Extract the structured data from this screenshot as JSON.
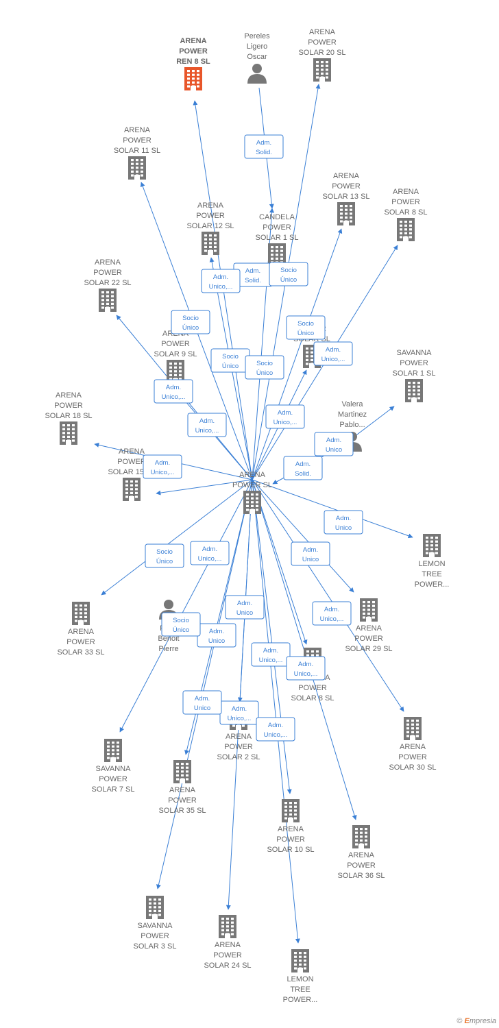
{
  "footer": {
    "copyright": "©",
    "brand_first": "E",
    "brand_rest": "mpresia"
  },
  "colors": {
    "edge": "#3a7fd5",
    "company": "#777777",
    "highlight": "#e8562a",
    "person": "#777777"
  },
  "nodes": [
    {
      "id": "center",
      "type": "company",
      "label": [
        "ARENA",
        "POWER  SL"
      ]
    },
    {
      "id": "ren8",
      "type": "company",
      "highlight": true,
      "label": [
        "ARENA",
        "POWER",
        "REN 8  SL"
      ]
    },
    {
      "id": "pereles",
      "type": "person",
      "label": [
        "Pereles",
        "Ligero",
        "Oscar"
      ]
    },
    {
      "id": "s20",
      "type": "company",
      "label": [
        "ARENA",
        "POWER",
        "SOLAR 20  SL"
      ]
    },
    {
      "id": "s11",
      "type": "company",
      "label": [
        "ARENA",
        "POWER",
        "SOLAR 11  SL"
      ]
    },
    {
      "id": "s13",
      "type": "company",
      "label": [
        "ARENA",
        "POWER",
        "SOLAR 13  SL"
      ]
    },
    {
      "id": "s8",
      "type": "company",
      "label": [
        "ARENA",
        "POWER",
        "SOLAR 8  SL"
      ]
    },
    {
      "id": "s12",
      "type": "company",
      "label": [
        "ARENA",
        "POWER",
        "SOLAR 12  SL"
      ]
    },
    {
      "id": "candela",
      "type": "company",
      "label": [
        "CANDELA",
        "POWER",
        "SOLAR 1  SL"
      ]
    },
    {
      "id": "s22",
      "type": "company",
      "label": [
        "ARENA",
        "POWER",
        "SOLAR 22  SL"
      ]
    },
    {
      "id": "arenaX",
      "type": "company",
      "label": [
        "ARENA",
        "POWER",
        "SOLAR  SL"
      ]
    },
    {
      "id": "s9",
      "type": "company",
      "label": [
        "ARENA",
        "POWER",
        "SOLAR 9  SL"
      ]
    },
    {
      "id": "sav1",
      "type": "company",
      "label": [
        "SAVANNA",
        "POWER",
        "SOLAR 1  SL"
      ]
    },
    {
      "id": "s18",
      "type": "company",
      "label": [
        "ARENA",
        "POWER",
        "SOLAR 18  SL"
      ]
    },
    {
      "id": "valera",
      "type": "person",
      "label": [
        "Valera",
        "Martinez",
        "Pablo..."
      ]
    },
    {
      "id": "s15",
      "type": "company",
      "label": [
        "ARENA",
        "POWER",
        "SOLAR 15  SL"
      ]
    },
    {
      "id": "lemon1",
      "type": "company",
      "label": [
        "LEMON",
        "TREE",
        "POWER..."
      ]
    },
    {
      "id": "s33",
      "type": "company",
      "label": [
        "ARENA",
        "POWER",
        "SOLAR 33  SL"
      ]
    },
    {
      "id": "rose",
      "type": "person",
      "label": [
        "Rose",
        "Benoit",
        "Pierre"
      ]
    },
    {
      "id": "s29",
      "type": "company",
      "label": [
        "ARENA",
        "POWER",
        "SOLAR 29  SL"
      ]
    },
    {
      "id": "sav8",
      "type": "company",
      "label": [
        "SAVANNA",
        "POWER",
        "SOLAR 8  SL"
      ]
    },
    {
      "id": "sav7",
      "type": "company",
      "label": [
        "SAVANNA",
        "POWER",
        "SOLAR 7  SL"
      ]
    },
    {
      "id": "s2",
      "type": "company",
      "label": [
        "ARENA",
        "POWER",
        "SOLAR 2  SL"
      ]
    },
    {
      "id": "s30",
      "type": "company",
      "label": [
        "ARENA",
        "POWER",
        "SOLAR 30  SL"
      ]
    },
    {
      "id": "s35",
      "type": "company",
      "label": [
        "ARENA",
        "POWER",
        "SOLAR 35  SL"
      ]
    },
    {
      "id": "s10",
      "type": "company",
      "label": [
        "ARENA",
        "POWER",
        "SOLAR 10  SL"
      ]
    },
    {
      "id": "s36",
      "type": "company",
      "label": [
        "ARENA",
        "POWER",
        "SOLAR 36  SL"
      ]
    },
    {
      "id": "sav3",
      "type": "company",
      "label": [
        "SAVANNA",
        "POWER",
        "SOLAR 3  SL"
      ]
    },
    {
      "id": "s24",
      "type": "company",
      "label": [
        "ARENA",
        "POWER",
        "SOLAR 24  SL"
      ]
    },
    {
      "id": "lemon2",
      "type": "company",
      "label": [
        "LEMON",
        "TREE",
        "POWER..."
      ]
    }
  ],
  "edges": [
    {
      "from": "center",
      "to": "ren8",
      "label": [
        "Socio",
        "Único"
      ]
    },
    {
      "from": "pereles",
      "to": "candela",
      "label": [
        "Adm.",
        "Solid."
      ]
    },
    {
      "from": "center",
      "to": "s20",
      "label": [
        "Adm.",
        "Solid."
      ]
    },
    {
      "from": "center",
      "to": "s11",
      "label": [
        "Socio",
        "Único"
      ]
    },
    {
      "from": "center",
      "to": "s12",
      "label": [
        "Adm.",
        "Unico,..."
      ]
    },
    {
      "from": "center",
      "to": "candela",
      "label": [
        "Socio",
        "Único"
      ]
    },
    {
      "from": "center",
      "to": "s13",
      "label": [
        "Socio",
        "Único"
      ]
    },
    {
      "from": "center",
      "to": "s8",
      "label": [
        "Adm.",
        "Unico,..."
      ]
    },
    {
      "from": "center",
      "to": "arenaX",
      "label": [
        "Socio",
        "Único"
      ]
    },
    {
      "from": "center",
      "to": "s22",
      "label": [
        "Adm.",
        "Unico,..."
      ]
    },
    {
      "from": "center",
      "to": "s9",
      "label": [
        "Adm.",
        "Unico,..."
      ]
    },
    {
      "from": "center",
      "to": "s18",
      "label": [
        "Adm.",
        "Unico,..."
      ]
    },
    {
      "from": "center",
      "to": "s15",
      "label": [
        "Adm.",
        "Unico,..."
      ]
    },
    {
      "from": "valera",
      "to": "center",
      "label": [
        "Adm.",
        "Solid."
      ]
    },
    {
      "from": "valera",
      "to": "sav1",
      "label": [
        "Adm.",
        "Unico"
      ]
    },
    {
      "from": "center",
      "to": "lemon1",
      "label": [
        "Adm.",
        "Unico"
      ]
    },
    {
      "from": "center",
      "to": "s33",
      "label": [
        "Socio",
        "Único"
      ]
    },
    {
      "from": "center",
      "to": "s29",
      "label": [
        "Adm.",
        "Unico,..."
      ]
    },
    {
      "from": "center",
      "to": "sav8",
      "label": [
        "Adm.",
        "Unico"
      ]
    },
    {
      "from": "center",
      "to": "s30",
      "label": [
        "Adm.",
        "Unico,..."
      ]
    },
    {
      "from": "center",
      "to": "sav7",
      "label": [
        "Adm.",
        "Unico"
      ]
    },
    {
      "from": "center",
      "to": "s35",
      "label": [
        "Socio",
        "Único"
      ]
    },
    {
      "from": "center",
      "to": "s2",
      "label": [
        "Adm.",
        "Unico,..."
      ]
    },
    {
      "from": "center",
      "to": "s10",
      "label": [
        "Adm.",
        "Unico,..."
      ]
    },
    {
      "from": "center",
      "to": "s36",
      "label": [
        "Adm.",
        "Unico,..."
      ]
    },
    {
      "from": "center",
      "to": "sav3",
      "label": [
        "Adm.",
        "Unico"
      ]
    },
    {
      "from": "center",
      "to": "s24",
      "label": [
        "Adm.",
        "Unico,..."
      ]
    },
    {
      "from": "center",
      "to": "lemon2",
      "label": [
        "Adm.",
        "Unico"
      ]
    }
  ]
}
